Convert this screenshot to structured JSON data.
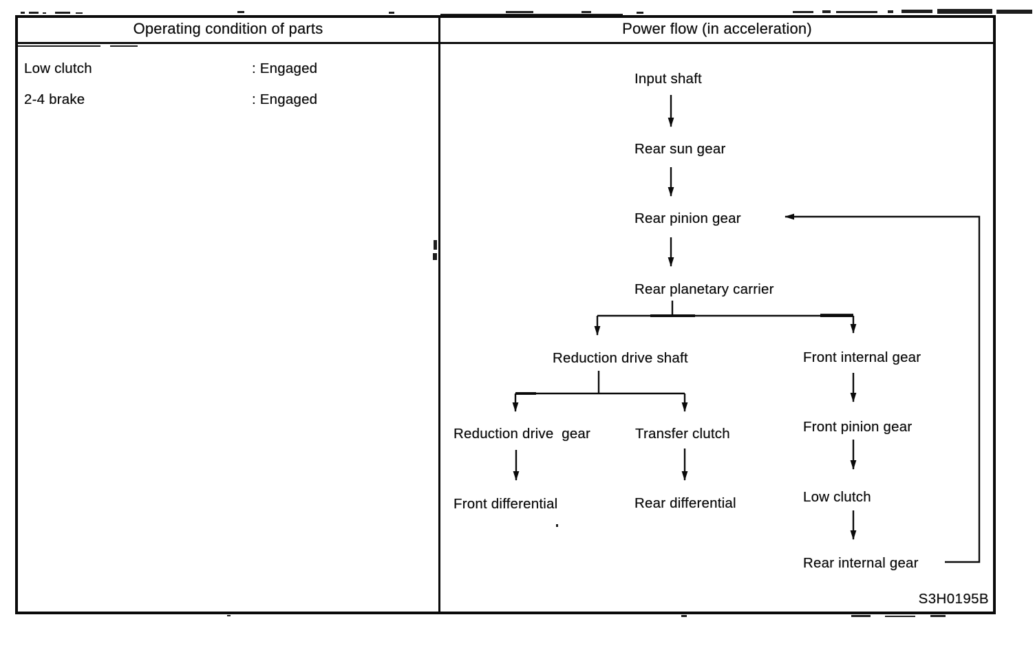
{
  "headers": {
    "operating": "Operating condition of parts",
    "power_flow": "Power flow (in acceleration)"
  },
  "conditions": {
    "rows": [
      {
        "part": "Low clutch",
        "state": ": Engaged"
      },
      {
        "part": "2-4 brake",
        "state": ": Engaged"
      }
    ]
  },
  "flow": {
    "nodes": {
      "input_shaft": "Input shaft",
      "rear_sun_gear": "Rear sun gear",
      "rear_pinion_gear": "Rear pinion gear",
      "rear_planetary_carrier": "Rear planetary carrier",
      "reduction_drive_shaft": "Reduction drive shaft",
      "front_internal_gear": "Front internal gear",
      "reduction_drive_gear": "Reduction drive  gear",
      "transfer_clutch": "Transfer clutch",
      "front_differential": "Front differential",
      "rear_differential": "Rear differential",
      "front_pinion_gear": "Front pinion gear",
      "low_clutch": "Low clutch",
      "rear_internal_gear": "Rear internal gear"
    },
    "edges": [
      {
        "from": "Input shaft",
        "to": "Rear sun gear"
      },
      {
        "from": "Rear sun gear",
        "to": "Rear pinion gear"
      },
      {
        "from": "Rear pinion gear",
        "to": "Rear planetary carrier"
      },
      {
        "from": "Rear planetary carrier",
        "to": "Reduction drive shaft"
      },
      {
        "from": "Rear planetary carrier",
        "to": "Front internal gear"
      },
      {
        "from": "Reduction drive shaft",
        "to": "Reduction drive gear"
      },
      {
        "from": "Reduction drive shaft",
        "to": "Transfer clutch"
      },
      {
        "from": "Reduction drive gear",
        "to": "Front differential"
      },
      {
        "from": "Transfer clutch",
        "to": "Rear differential"
      },
      {
        "from": "Front internal gear",
        "to": "Front pinion gear"
      },
      {
        "from": "Front pinion gear",
        "to": "Low clutch"
      },
      {
        "from": "Low clutch",
        "to": "Rear internal gear"
      },
      {
        "from": "Rear internal gear",
        "to": "Rear pinion gear"
      }
    ]
  },
  "figure_code": "S3H0195B"
}
